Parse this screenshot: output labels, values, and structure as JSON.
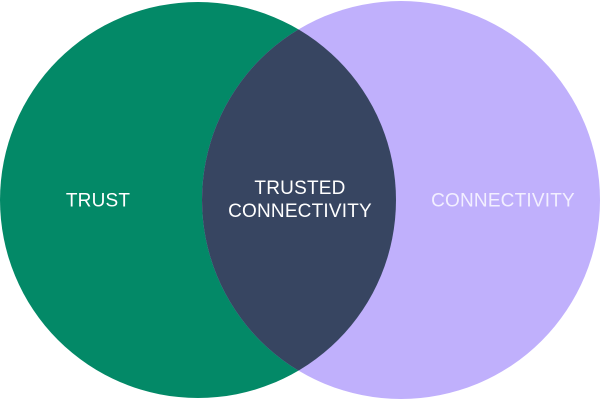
{
  "venn": {
    "left_set": {
      "label": "TRUST",
      "color": "#038967"
    },
    "right_set": {
      "label": "CONNECTIVITY",
      "color": "#c0b0fc"
    },
    "intersection": {
      "label_line1": "TRUSTED",
      "label_line2": "CONNECTIVITY",
      "color": "#374561"
    }
  }
}
